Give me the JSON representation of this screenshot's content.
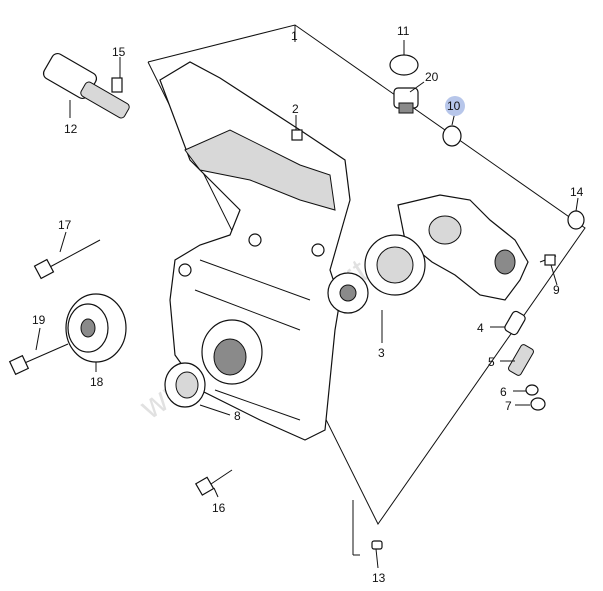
{
  "watermark": "www.suzukiparts.sk",
  "highlight_color": "#b7c6ea",
  "labels": {
    "p1": "1",
    "p2": "2",
    "p3": "3",
    "p4": "4",
    "p5": "5",
    "p6": "6",
    "p7": "7",
    "p8": "8",
    "p9": "9",
    "p10": "10",
    "p11": "11",
    "p12": "12",
    "p13": "13",
    "p14": "14",
    "p15": "15",
    "p16": "16",
    "p17": "17",
    "p18": "18",
    "p19": "19",
    "p20": "20"
  }
}
